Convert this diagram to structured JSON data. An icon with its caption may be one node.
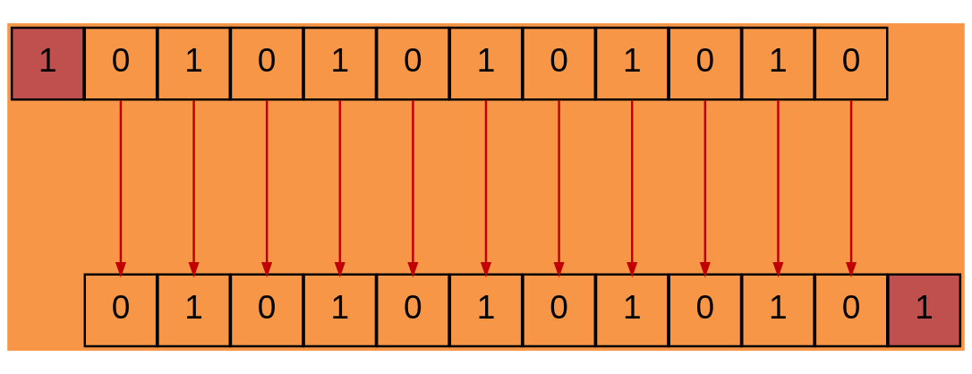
{
  "diagram": {
    "nodes": [
      {
        "text": [
          "1"
        ]
      },
      {
        "text": [
          "0"
        ]
      },
      {
        "text": [
          "1"
        ]
      },
      {
        "text": [
          "0"
        ]
      },
      {
        "text": [
          "1"
        ]
      },
      {
        "text": [
          "0"
        ]
      },
      {
        "text": [
          "1"
        ]
      },
      {
        "text": [
          "0"
        ]
      },
      {
        "text": [
          "1"
        ]
      },
      {
        "text": [
          "0"
        ]
      },
      {
        "text": [
          "1"
        ]
      },
      {
        "text": [
          "0"
        ]
      },
      {
        "text": [
          "0"
        ]
      },
      {
        "text": [
          "1"
        ]
      },
      {
        "text": [
          "0"
        ]
      },
      {
        "text": [
          "1"
        ]
      },
      {
        "text": [
          "0"
        ]
      },
      {
        "text": [
          "1"
        ]
      },
      {
        "text": [
          "0"
        ]
      },
      {
        "text": [
          "1"
        ]
      },
      {
        "text": [
          "0"
        ]
      },
      {
        "text": [
          "1"
        ]
      },
      {
        "text": [
          "0"
        ]
      },
      {
        "text": [
          "1"
        ]
      }
    ],
    "edges": [
      {
        "from": 1,
        "to": 12,
        "arrow": "to",
        "color": "#c00000"
      },
      {
        "from": 2,
        "to": 13,
        "arrow": "to",
        "color": "#c00000"
      },
      {
        "from": 3,
        "to": 14,
        "arrow": "to",
        "color": "#c00000"
      },
      {
        "from": 4,
        "to": 15,
        "arrow": "to",
        "color": "#c00000"
      },
      {
        "from": 5,
        "to": 16,
        "arrow": "to",
        "color": "#c00000"
      },
      {
        "from": 6,
        "to": 17,
        "arrow": "to",
        "color": "#c00000"
      },
      {
        "from": 7,
        "to": 18,
        "arrow": "to",
        "color": "#c00000"
      },
      {
        "from": 8,
        "to": 19,
        "arrow": "to",
        "color": "#c00000"
      },
      {
        "from": 9,
        "to": 20,
        "arrow": "to",
        "color": "#c00000"
      },
      {
        "from": 10,
        "to": 21,
        "arrow": "to",
        "color": "#c00000"
      },
      {
        "from": 11,
        "to": 22,
        "arrow": "to",
        "color": "#c00000"
      }
    ]
  }
}
